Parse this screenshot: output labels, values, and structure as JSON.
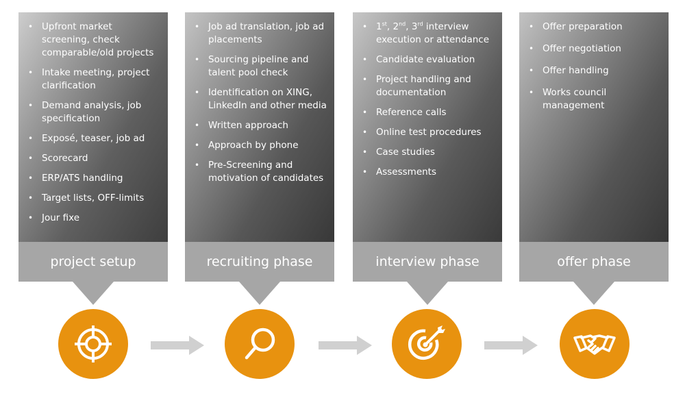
{
  "phases": [
    {
      "label": "project setup",
      "icon": "target-icon",
      "items": [
        "Upfront market screening, check comparable/old projects",
        "Intake meeting, project clarification",
        "Demand analysis, job specification",
        "Exposé, teaser, job ad",
        "Scorecard",
        "ERP/ATS handling",
        "Target lists, OFF-limits",
        "Jour fixe"
      ]
    },
    {
      "label": "recruiting phase",
      "icon": "magnifier-icon",
      "items": [
        "Job ad translation, job ad placements",
        "Sourcing pipeline and talent pool check",
        "Identification on XING, LinkedIn and other media",
        "Written approach",
        "Approach by phone",
        "Pre-Screening and motivation of candidates"
      ]
    },
    {
      "label": "interview phase",
      "icon": "dart-target-icon",
      "first_item": {
        "n1": "1",
        "s1": "st",
        "n2": ", 2",
        "s2": "nd",
        "n3": ", 3",
        "s3": "rd",
        "rest": " interview execution or attendance"
      },
      "items": [
        "Candidate evaluation",
        "Project handling and documentation",
        "Reference calls",
        "Online test procedures",
        "Case studies",
        "Assessments"
      ]
    },
    {
      "label": "offer phase",
      "icon": "handshake-icon",
      "items": [
        "Offer preparation",
        "Offer negotiation",
        "Offer handling",
        "Works council management"
      ]
    }
  ],
  "colors": {
    "accent": "#e8920f",
    "label_bg": "#a6a6a6",
    "arrow": "#d0d0d0"
  }
}
